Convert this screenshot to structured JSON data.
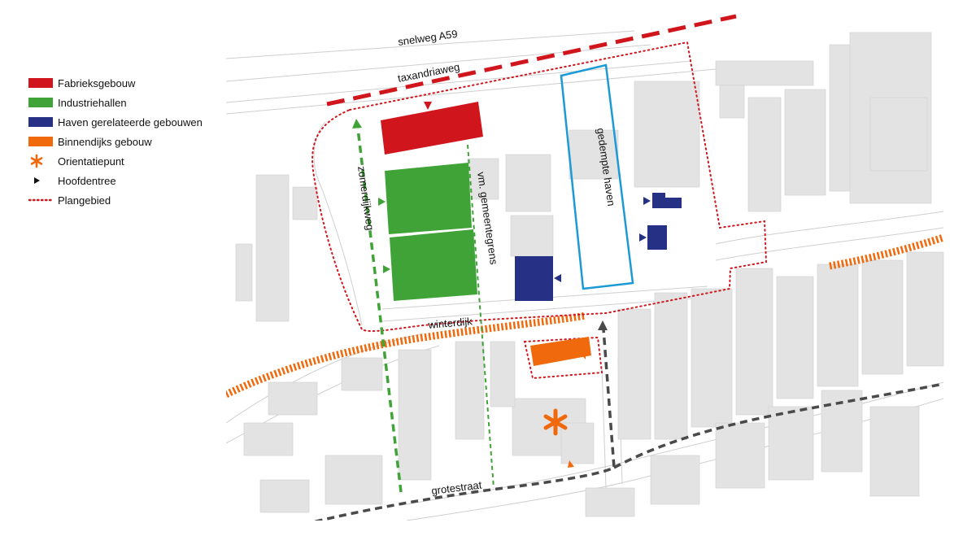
{
  "colors": {
    "fabriek": "#d0161c",
    "industrie": "#40a338",
    "haven": "#263085",
    "binnendijks": "#f0690c",
    "accent_blue": "#1b9ad6",
    "route_dark": "#4a4a4a",
    "route_green": "#40a338",
    "plan_red": "#d0161c",
    "dyke_orange": "#f0690c",
    "building_gray": "#e3e3e3"
  },
  "legend": {
    "items": [
      {
        "key": "fabriek",
        "label": "Fabrieksgebouw",
        "symbol": "swatch",
        "color": "#d0161c"
      },
      {
        "key": "industrie",
        "label": "Industriehallen",
        "symbol": "swatch",
        "color": "#40a338"
      },
      {
        "key": "haven",
        "label": "Haven gerelateerde gebouwen",
        "symbol": "swatch",
        "color": "#263085"
      },
      {
        "key": "binnendijks",
        "label": "Binnendijks gebouw",
        "symbol": "swatch",
        "color": "#f0690c"
      },
      {
        "key": "orientatie",
        "label": "Orientatiepunt",
        "symbol": "asterisk",
        "color": "#f0690c"
      },
      {
        "key": "hoofdentree",
        "label": "Hoofdentree",
        "symbol": "triangle",
        "color": "#111111"
      },
      {
        "key": "plangebied",
        "label": "Plangebied",
        "symbol": "dotted-line",
        "color": "#d0161c"
      }
    ]
  },
  "map_labels": {
    "snelweg": "snelweg A59",
    "taxandriaweg": "taxandriaweg",
    "zomerdijkweg": "zomerdijkweg",
    "gemeentegrens": "vm. gemeentegrens",
    "gedempte_haven": "gedempte haven",
    "winterdijk": "winterdijk",
    "grotestraat": "grotestraat"
  },
  "icons": {
    "orientatie": "asterisk-icon",
    "hoofdentree": "triangle-right-icon"
  }
}
